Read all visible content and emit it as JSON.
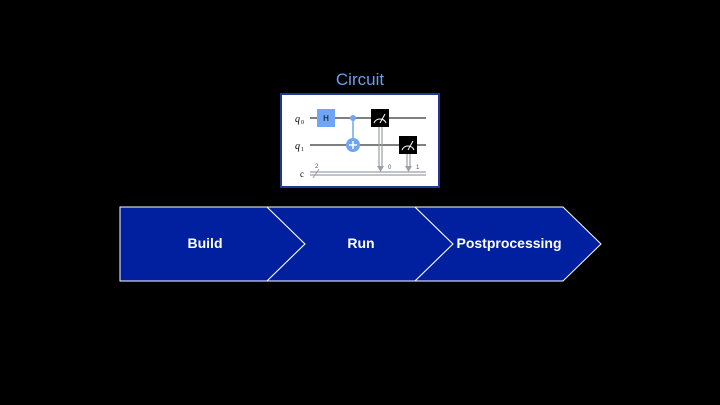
{
  "circuit": {
    "title": "Circuit",
    "wires": {
      "q0": "q",
      "q0_sub": "0",
      "q1": "q",
      "q1_sub": "1",
      "c": "c"
    },
    "h_gate_label": "H",
    "classical_bits": "2",
    "measure_index_0": "0",
    "measure_index_1": "1"
  },
  "workflow": {
    "steps": [
      {
        "label": "Build"
      },
      {
        "label": "Run"
      },
      {
        "label": "Postprocessing"
      }
    ]
  },
  "colors": {
    "chevron_fill": "#00209f",
    "chevron_stroke": "#ffffff",
    "title_color": "#6f9cf0",
    "h_gate": "#6fa5f7",
    "cnot": "#6fa5f7",
    "box_border": "#1f3a93"
  }
}
